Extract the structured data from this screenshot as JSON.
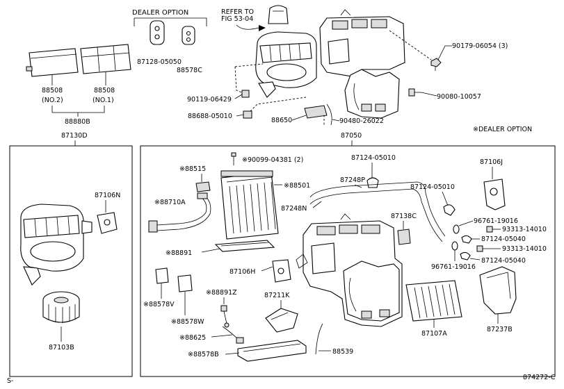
{
  "header": {
    "dealer_option": "DEALER OPTION",
    "refer_line1": "REFER TO",
    "refer_line2": "FIG 53-04",
    "dealer_option_note": "※DEALER OPTION"
  },
  "labels": {
    "p87128": "87128-05050",
    "p88578C": "88578C",
    "p88508a": "88508",
    "p88508a_sub": "(NO.2)",
    "p88508b": "88508",
    "p88508b_sub": "(NO.1)",
    "p88880B": "88880B",
    "p90179": "90179-06054 (3)",
    "p90119": "90119-06429",
    "p90080": "90080-10057",
    "p88688": "88688-05010",
    "p88650": "88650",
    "p90480": "90480-26022",
    "p87130D": "87130D",
    "p87050": "87050",
    "p87106N": "87106N",
    "p87103B": "87103B",
    "p90099": "※90099-04381 (2)",
    "p88515": "※88515",
    "p88501": "※88501",
    "p88710A": "※88710A",
    "p87124a": "87124-05010",
    "p87248P": "87248P",
    "p87106J": "87106J",
    "p87124b": "87124-05010",
    "p87248N": "87248N",
    "p87138C": "87138C",
    "p96761a": "96761-19016",
    "p93313a": "93313-14010",
    "p87124c": "87124-05040",
    "p93313b": "93313-14010",
    "p96761b": "96761-19016",
    "p87124d": "87124-05040",
    "p88891": "※88891",
    "p87106H": "87106H",
    "p88891Z": "※88891Z",
    "p87211K": "87211K",
    "p88578V": "※88578V",
    "p88578W": "※88578W",
    "p88625": "※88625",
    "p88578B": "※88578B",
    "p88539": "88539",
    "p87107A": "87107A",
    "p87237B": "87237B"
  },
  "footer": {
    "left": "S-",
    "right": "874272-C"
  }
}
